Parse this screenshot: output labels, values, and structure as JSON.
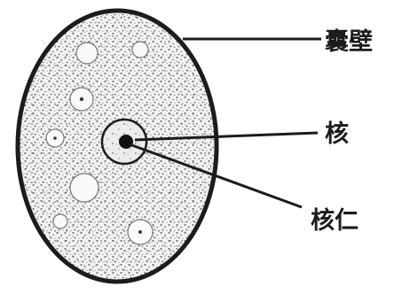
{
  "labels": {
    "cyst_wall": "囊壁",
    "nucleus": "核",
    "nucleolus": "核仁"
  },
  "colors": {
    "ink": "#1c1c1c",
    "cell_fill": "#f1f1f1",
    "background": "#ffffff"
  }
}
